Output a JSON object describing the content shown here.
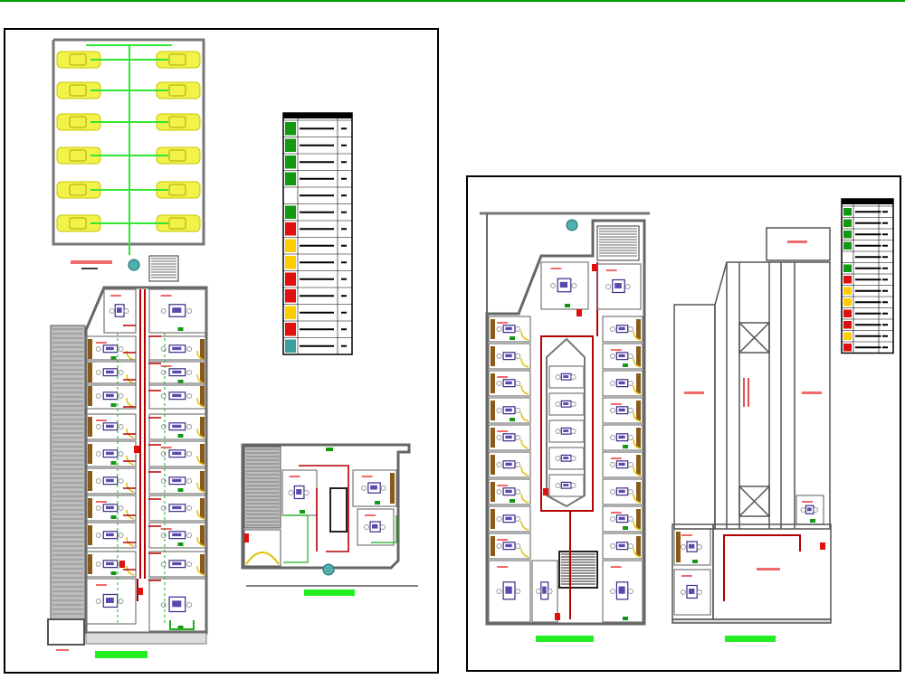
{
  "drawing": {
    "sheet_border_color": "#00a000",
    "frame_color": "#000000",
    "wall_color": "#555555",
    "wall_fill": "#bdbdbd",
    "car_color": "#f2f24a",
    "evac_green": "#32e632",
    "route_red": "#b40000",
    "signage_green": "#119a11",
    "furniture_brown": "#8a5a1a",
    "extinguisher_red": "#e01010",
    "title_bar_green": "#22ee22",
    "note_pink": "#f06a6a",
    "legend_rows": 14,
    "legend_rows_small": 13,
    "parking_spaces": 12
  }
}
